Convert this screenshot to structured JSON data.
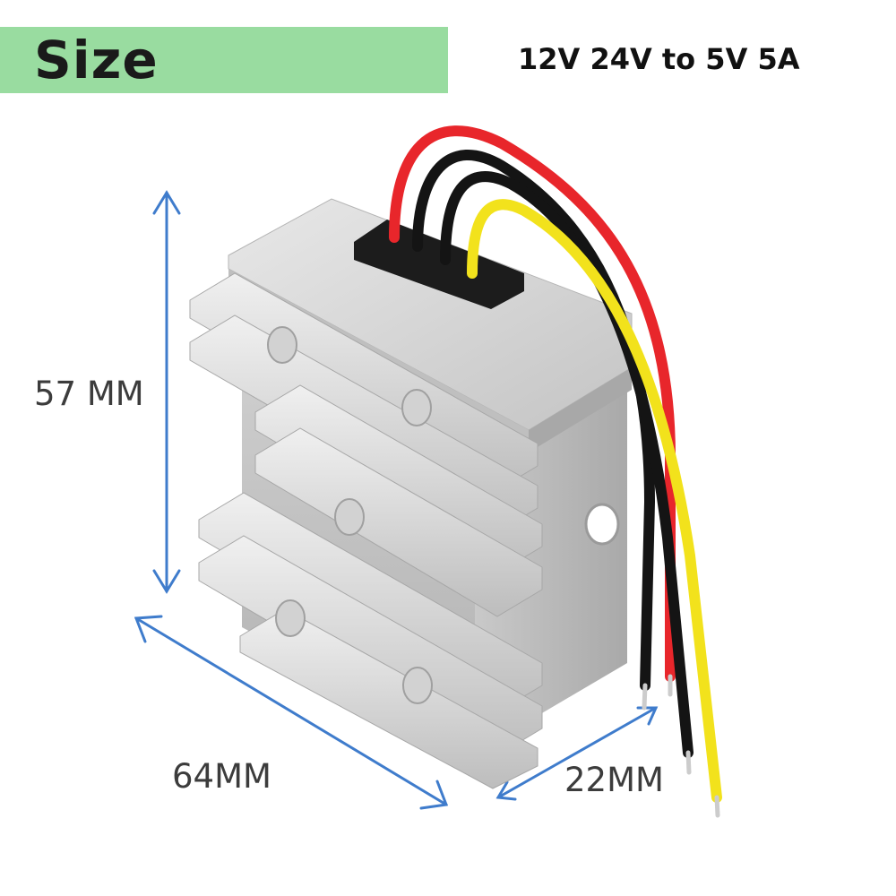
{
  "header": {
    "title": "Size",
    "spec": "12V 24V to 5V 5A"
  },
  "dimensions": {
    "height": "57 MM",
    "width": "64MM",
    "depth": "22MM"
  },
  "colors": {
    "banner": "#99dca0",
    "arrow": "#3f7ccc",
    "wire_red": "#e8262b",
    "wire_black": "#141414",
    "wire_yellow": "#f2e21c"
  }
}
